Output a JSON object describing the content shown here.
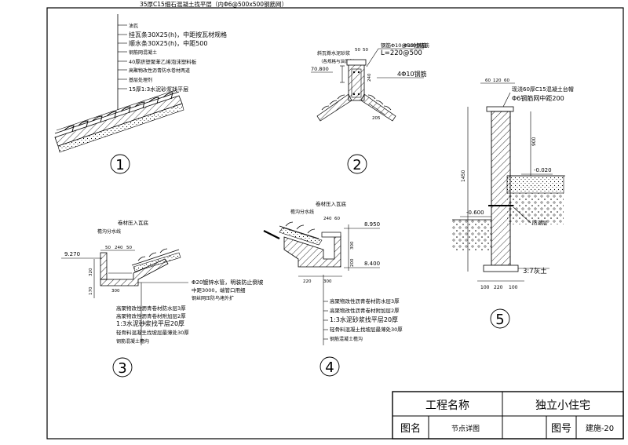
{
  "top_note": "35厚C15细石混凝土找平层（内Φ6@500x500钢筋网）",
  "detail1": {
    "number": "1",
    "layers": [
      "油瓦",
      "挂瓦条30X25(h)，中距按瓦材规格",
      "顺水条30X25(h)，中距500",
      "钢筋网混凝土",
      "40厚挤塑聚苯乙烯泡沫塑料板",
      "高聚物改性沥青防水卷材两道",
      "基层处理剂",
      "15厚1:3水泥砂浆找平层"
    ]
  },
  "detail2": {
    "number": "2",
    "label_a": "斜瓦脊水泥砂浆",
    "label_b": "（各规格与油瓦色）",
    "label_c": "钢筋Φ10@500钢筋",
    "label_d": "L=220@500",
    "label_e": "4Φ10钢筋",
    "label_f": "Φ10拉结筋",
    "dim1": "50",
    "dim2": "50",
    "dim3": "240",
    "dim4": "205",
    "elev": "70.800"
  },
  "detail3": {
    "number": "3",
    "label_a": "卷材压入瓦底",
    "label_b": "檐沟分水线",
    "elev": "9.270",
    "dims": [
      "50",
      "240",
      "50",
      "320",
      "170",
      "300"
    ],
    "drain_a": "Φ20镀锌水管，明装防止倒坡",
    "drain_b": "中距3000，端管口用细",
    "drain_c": "钢丝网压防鸟堵外扩",
    "layers": [
      "高聚物改性沥青卷材防水层3厚",
      "高聚物改性沥青卷材附加层2厚",
      "1:3水泥砂浆找平层20厚",
      "轻骨料混凝土找坡层最薄处30厚",
      "钢筋混凝土檐沟"
    ]
  },
  "detail4": {
    "number": "4",
    "label_a": "卷材压入瓦底",
    "label_b": "檐沟分水线",
    "elev_top": "8.950",
    "elev_bot": "8.400",
    "dims": [
      "240",
      "60",
      "300",
      "200",
      "220",
      "300"
    ],
    "layers": [
      "高聚物改性沥青卷材防水层3厚",
      "高聚物改性沥青卷材附加层2厚",
      "1:3水泥砂浆找平层20厚",
      "轻骨料混凝土找坡层最薄处30厚",
      "钢筋混凝土檐沟"
    ]
  },
  "detail5": {
    "number": "5",
    "label_a": "现浇60厚C15混凝土台帽",
    "label_b": "Φ6钢筋网中距200",
    "elev_a": "-0.020",
    "elev_b": "-0.600",
    "label_c": "防潮层",
    "label_d": "3:7灰土",
    "dims_top": [
      "60",
      "120",
      "60"
    ],
    "dims_bot": [
      "100",
      "220",
      "100"
    ],
    "dim_h1": "1450",
    "dim_h2": "900"
  },
  "title_block": {
    "project_label": "工程名称",
    "project_value": "独立小住宅",
    "drawing_label": "图名",
    "drawing_value": "节点详图",
    "number_label": "图号",
    "number_value": "建施-20"
  }
}
